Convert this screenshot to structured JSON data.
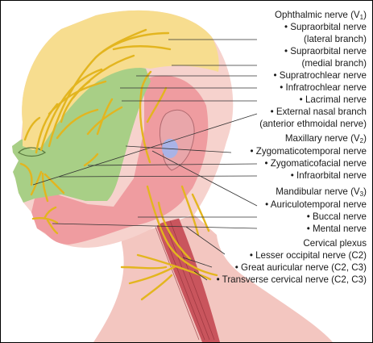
{
  "colors": {
    "ophthalmic_zone": "#f7dd8f",
    "maxillary_zone": "#a8cf86",
    "mandibular_zone": "#ef9ca0",
    "skin": "#f6d2cd",
    "cervical_zone": "#f3c6c0",
    "muscle": "#c9555d",
    "nerve": "#e3b51f",
    "ear": "#e9a6aa",
    "ear_canal": "#a9b3e6",
    "leader_line": "#333333"
  },
  "labels": {
    "ophthalmic": {
      "name": "Ophthalmic nerve (V",
      "sub": "1",
      "close": ")"
    },
    "supraorbital_lateral_1": "• Supraorbital nerve",
    "supraorbital_lateral_2": "(lateral branch)",
    "supraorbital_medial_1": "• Supraorbital nerve",
    "supraorbital_medial_2": "(medial branch)",
    "supratrochlear": "• Supratrochlear nerve",
    "infratrochlear": "• Infratrochlear nerve",
    "lacrimal": "• Lacrimal nerve",
    "external_nasal_1": "• External nasal branch",
    "external_nasal_2": "(anterior ethmoidal nerve)",
    "maxillary": {
      "name": "Maxillary nerve (V",
      "sub": "2",
      "close": ")"
    },
    "zygomaticotemporal": "• Zygomaticotemporal nerve",
    "zygomaticofacial": "• Zygomaticofacial nerve",
    "infraorbital": "• Infraorbital nerve",
    "mandibular": {
      "name": "Mandibular nerve (V",
      "sub": "3",
      "close": ")"
    },
    "auriculotemporal": "• Auriculotemporal nerve",
    "buccal": "• Buccal nerve",
    "mental": "• Mental nerve",
    "cervical": "Cervical plexus",
    "lesser_occipital": "• Lesser occipital nerve (C2)",
    "great_auricular": "• Great auricular nerve (C2, C3)",
    "transverse_cervical": "• Transverse cervical nerve (C2, C3)"
  }
}
